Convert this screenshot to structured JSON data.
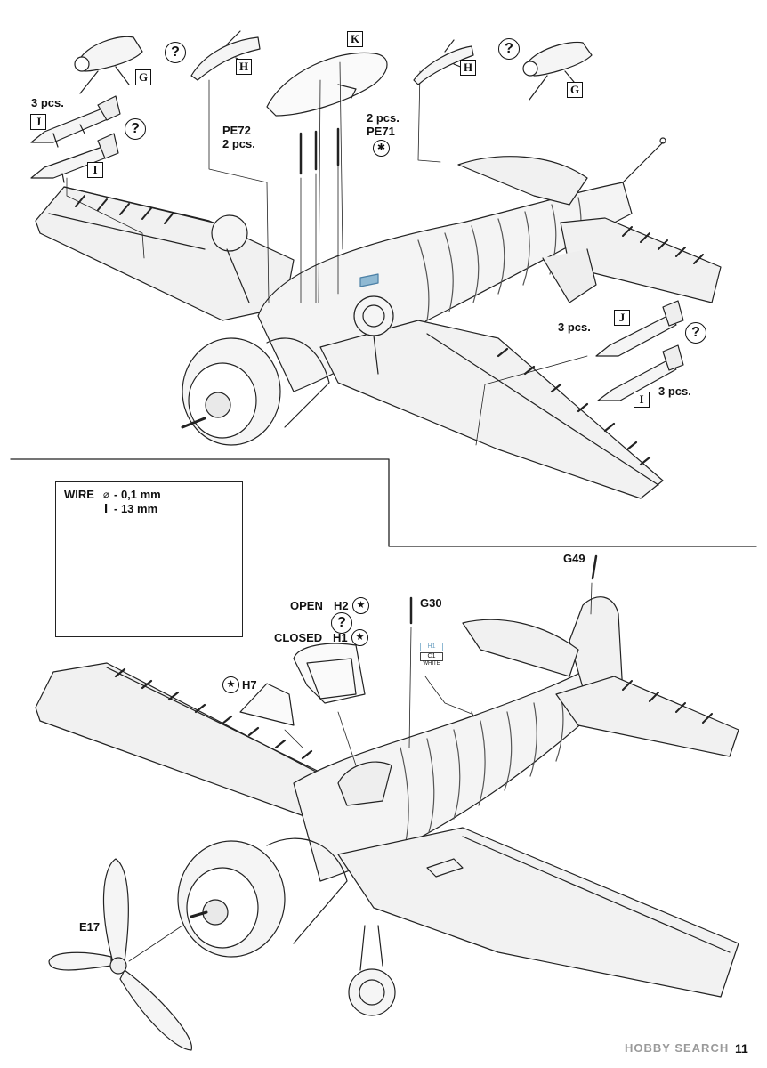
{
  "top_panel": {
    "labels": {
      "pcs3_j_left": "3 pcs.",
      "pe72": "PE72",
      "pcs2_pe72": "2 pcs.",
      "pcs2_pe71": "2 pcs.",
      "pe71": "PE71",
      "pcs3_j_right": "3 pcs.",
      "pcs3_i_right": "3 pcs."
    },
    "part_boxes": {
      "g_left": "G",
      "h_left": "H",
      "k": "K",
      "h_right": "H",
      "g_right": "G",
      "j_left": "J",
      "i_left": "I",
      "j_right": "J",
      "i_right": "I"
    },
    "question_mark": "?"
  },
  "bottom_panel": {
    "wire_detail": {
      "wire_label": "WIRE",
      "diameter_symbol": "⌀",
      "diameter_value": "- 0,1 mm",
      "length_symbol": "I",
      "length_value": "- 13 mm"
    },
    "canopy": {
      "open_label": "OPEN",
      "open_part": "H2",
      "closed_label": "CLOSED",
      "closed_part": "H1",
      "windscreen_part": "H7"
    },
    "parts": {
      "antenna": "G30",
      "tail_part": "G49",
      "propeller": "E17"
    },
    "marking": {
      "code": "H1",
      "color_code": "C1",
      "color_name": "WHITE"
    },
    "question_mark": "?"
  },
  "footer": {
    "watermark": "HOBBY SEARCH",
    "page_number": "11"
  },
  "icons": {
    "star": "clear-part-star-icon",
    "optional": "question-mark-icon",
    "photo_etch": "photo-etch-icon"
  }
}
